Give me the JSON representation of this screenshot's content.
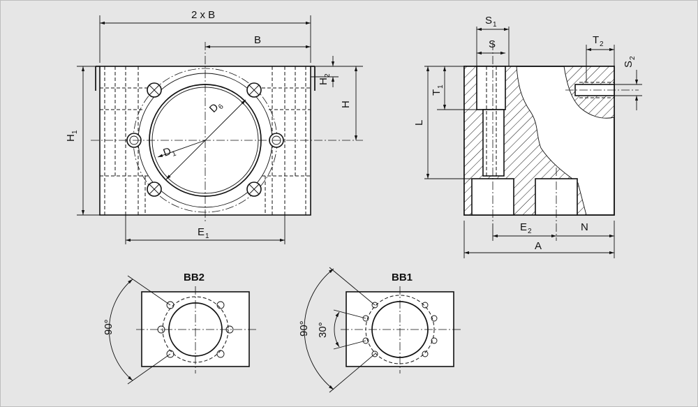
{
  "front_view": {
    "dim_2xB": "2 x B",
    "dim_B": "B",
    "dim_H1": "H",
    "dim_H1_sub": "1",
    "dim_H2": "H",
    "dim_H2_sub": "2",
    "dim_H": "H",
    "dim_D6": "D",
    "dim_D6_sub": "6",
    "dim_D1": "D",
    "dim_D1_sub": "1",
    "dim_E1": "E",
    "dim_E1_sub": "1"
  },
  "side_view": {
    "dim_S1": "S",
    "dim_S1_sub": "1",
    "dim_S": "S",
    "dim_T2": "T",
    "dim_T2_sub": "2",
    "dim_S2": "S",
    "dim_S2_sub": "2",
    "dim_T1": "T",
    "dim_T1_sub": "1",
    "dim_L": "L",
    "dim_E2": "E",
    "dim_E2_sub": "2",
    "dim_N": "N",
    "dim_A": "A"
  },
  "bb2": {
    "title": "BB2",
    "angle": "90°"
  },
  "bb1": {
    "title": "BB1",
    "angle_outer": "90°",
    "angle_inner": "30°"
  }
}
